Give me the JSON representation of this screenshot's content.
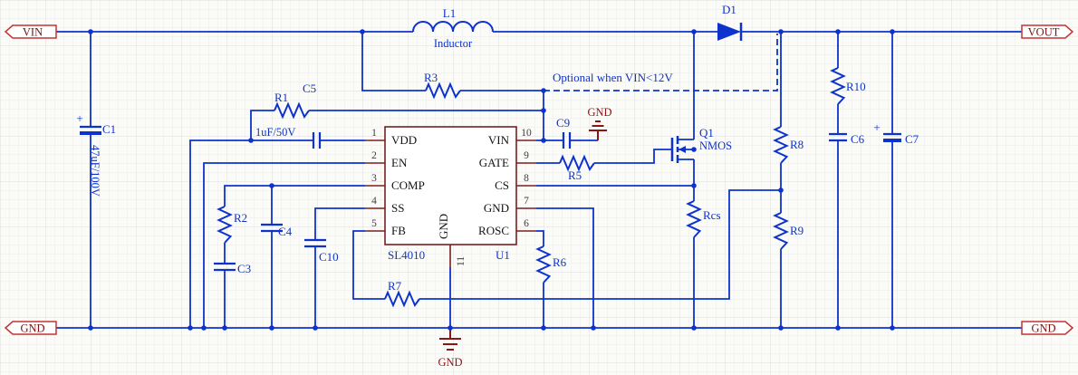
{
  "colors": {
    "wire_blue": "#0d33cc",
    "symbol_red": "#7a1e1e",
    "gnd_red": "#8b1515",
    "port_border": "#c33434",
    "port_text": "#7a1212",
    "grid": "#ebebeb",
    "background": "#fbfbf8"
  },
  "ports": {
    "vin": "VIN",
    "vout": "VOUT",
    "gnd_left": "GND",
    "gnd_right": "GND"
  },
  "power": {
    "gnd_near_c9": "GND",
    "gnd_bottom": "GND"
  },
  "note": {
    "optional": "Optional when VIN<12V"
  },
  "components": {
    "L1": {
      "ref": "L1",
      "value": "Inductor"
    },
    "D1": {
      "ref": "D1"
    },
    "C1": {
      "ref": "C1",
      "value": "47uF/100V",
      "polarity": "+"
    },
    "C5": {
      "ref": "C5",
      "value": "1uF/50V"
    },
    "R1": {
      "ref": "R1"
    },
    "R3": {
      "ref": "R3"
    },
    "C9": {
      "ref": "C9"
    },
    "Q1": {
      "ref": "Q1",
      "value": "NMOS"
    },
    "R5": {
      "ref": "R5"
    },
    "Rcs": {
      "ref": "Rcs"
    },
    "R2": {
      "ref": "R2"
    },
    "C3": {
      "ref": "C3"
    },
    "C4": {
      "ref": "C4"
    },
    "C10": {
      "ref": "C10"
    },
    "R6": {
      "ref": "R6"
    },
    "R7": {
      "ref": "R7"
    },
    "R8": {
      "ref": "R8"
    },
    "R9": {
      "ref": "R9"
    },
    "R10": {
      "ref": "R10"
    },
    "C6": {
      "ref": "C6"
    },
    "C7": {
      "ref": "C7",
      "polarity": "+"
    }
  },
  "ic": {
    "ref": "U1",
    "part": "SL4010",
    "left_pins": [
      {
        "num": "1",
        "name": "VDD"
      },
      {
        "num": "2",
        "name": "EN"
      },
      {
        "num": "3",
        "name": "COMP"
      },
      {
        "num": "4",
        "name": "SS"
      },
      {
        "num": "5",
        "name": "FB"
      }
    ],
    "right_pins": [
      {
        "num": "10",
        "name": "VIN"
      },
      {
        "num": "9",
        "name": "GATE"
      },
      {
        "num": "8",
        "name": "CS"
      },
      {
        "num": "7",
        "name": "GND"
      },
      {
        "num": "6",
        "name": "ROSC"
      }
    ],
    "bottom_pin": {
      "num": "11",
      "name": "GND"
    }
  }
}
